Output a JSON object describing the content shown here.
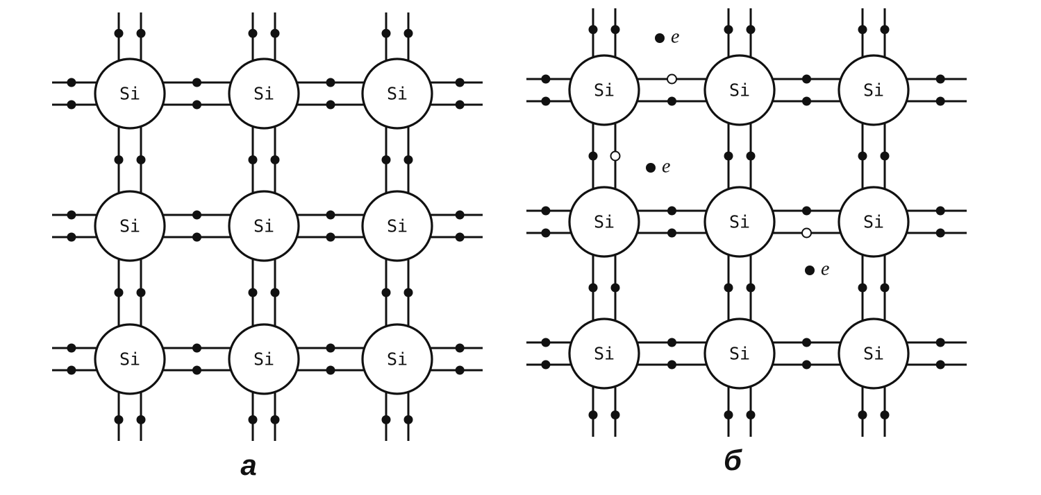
{
  "panels": [
    {
      "label": "a",
      "atom_label": "Si",
      "free_electrons": [],
      "holes": []
    },
    {
      "label": "б",
      "atom_label": "Si",
      "free_electron_label": "e",
      "free_electrons": [
        "e",
        "e",
        "e"
      ],
      "holes": [
        {
          "bond": "h-row0-col0-top"
        },
        {
          "bond": "v-col0-row0-right"
        },
        {
          "bond": "h-row1-col1-bottom"
        }
      ]
    }
  ],
  "colors": {
    "ink": "#111111",
    "paper": "#ffffff"
  },
  "icons": {
    "electron": "filled-dot",
    "hole": "open-circle"
  }
}
